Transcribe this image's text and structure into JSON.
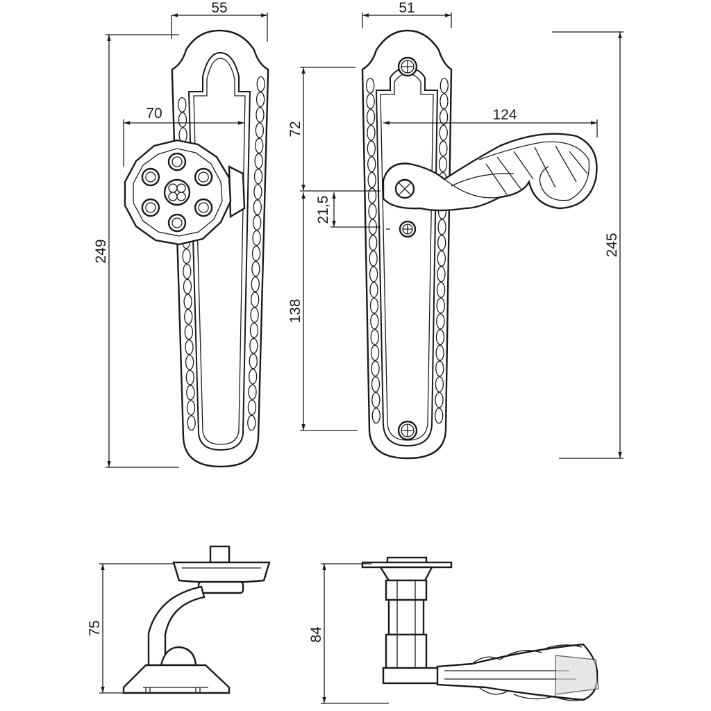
{
  "dimensions": {
    "knob_plate_width": "55",
    "lever_plate_width": "51",
    "knob_projection": "70",
    "lever_length": "124",
    "knob_plate_height": "249",
    "upper_spindle_offset": "72",
    "spindle_to_keyhole": "21,5",
    "lower_spindle_offset": "138",
    "lever_plate_height": "245",
    "knob_depth": "75",
    "lever_depth": "84"
  }
}
